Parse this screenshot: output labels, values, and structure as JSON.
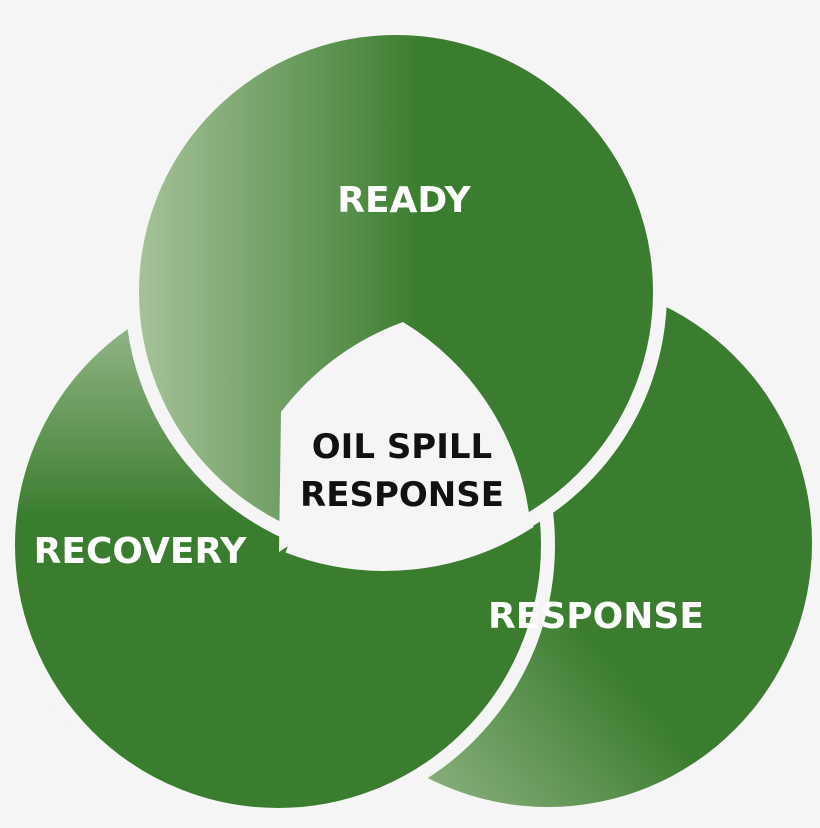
{
  "diagram": {
    "segments": {
      "ready": "READY",
      "response": "RESPONSE",
      "recovery": "RECOVERY"
    },
    "center": {
      "line1": "OIL SPILL",
      "line2": "RESPONSE"
    },
    "colors": {
      "background": "#f5f5f5",
      "green_dark": "#3a7d2e",
      "green_light": "#a9c39d",
      "center_fill": "#f5f5f5",
      "label_text": "#ffffff",
      "center_text": "#111111"
    }
  }
}
